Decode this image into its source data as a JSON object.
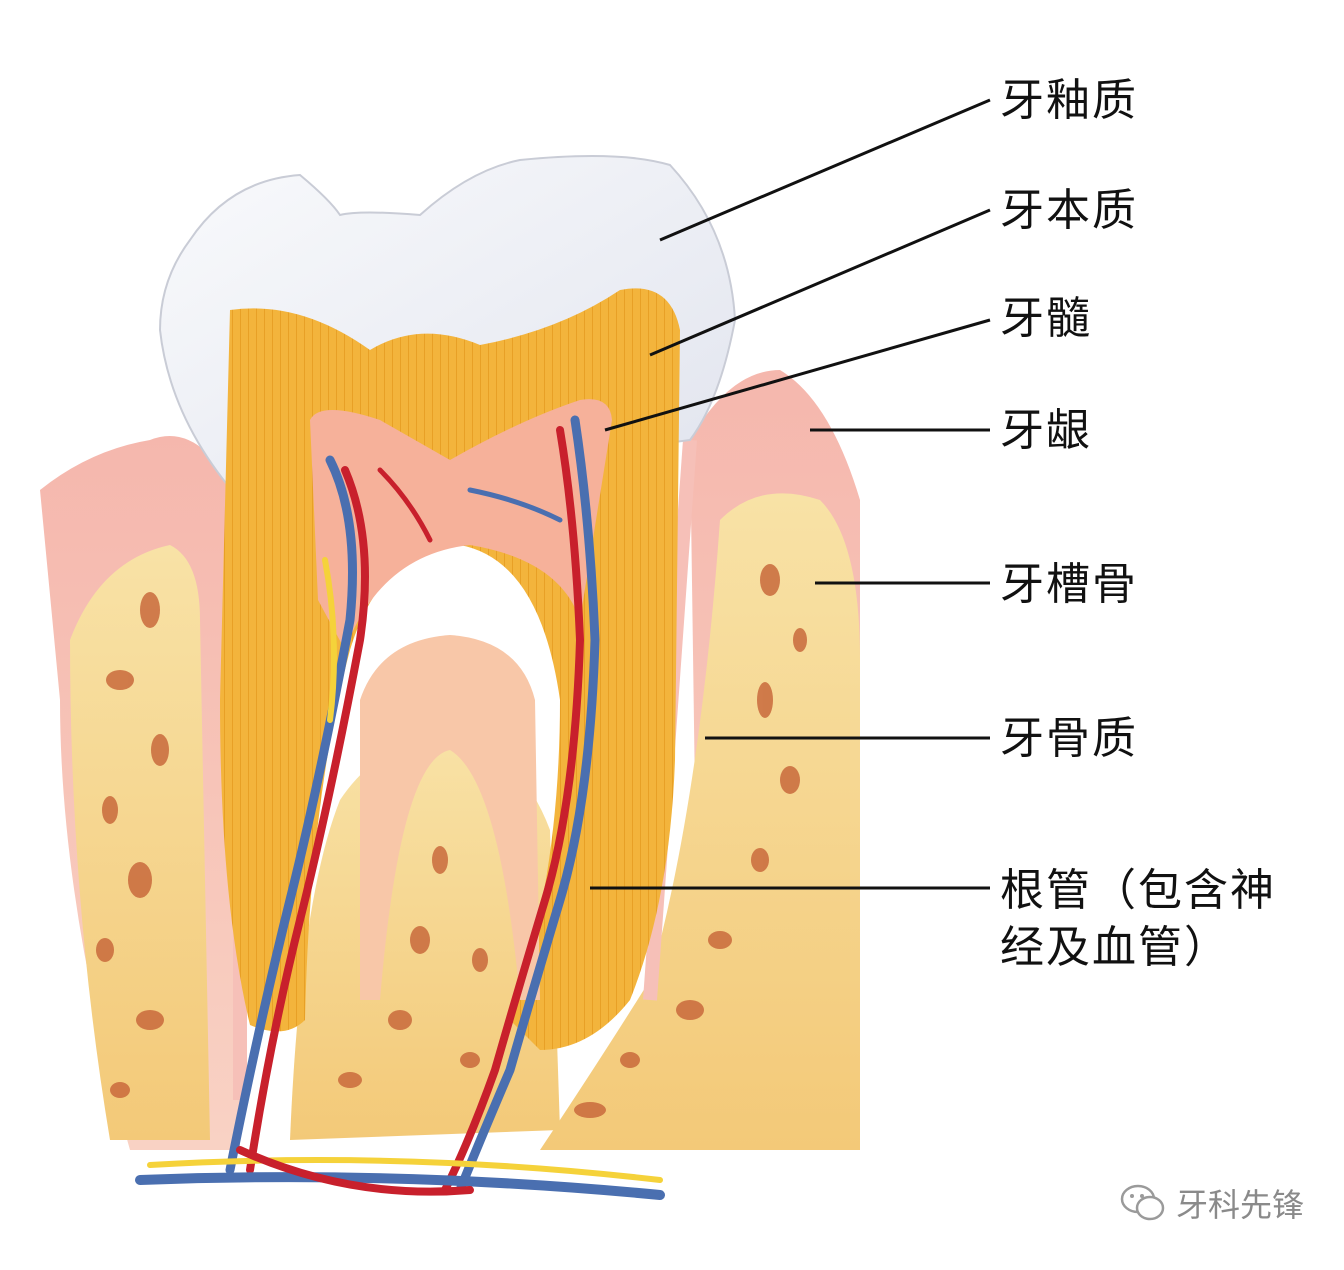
{
  "labels": {
    "enamel": "牙釉质",
    "dentin": "牙本质",
    "pulp": "牙髓",
    "gum": "牙龈",
    "alveolar_bone": "牙槽骨",
    "cementum": "牙骨质",
    "root_canal": "根管（包含神经及血管）"
  },
  "watermark": {
    "text": "牙科先锋",
    "icon": "wechat-icon"
  },
  "colors": {
    "enamel": "#eef0f6",
    "dentin": "#f2b535",
    "pulp": "#f4a98f",
    "gum": "#f2a4a0",
    "bone": "#f7d58c",
    "artery": "#c8202c",
    "vein": "#4a6fb0",
    "nerve": "#f5d23a"
  }
}
